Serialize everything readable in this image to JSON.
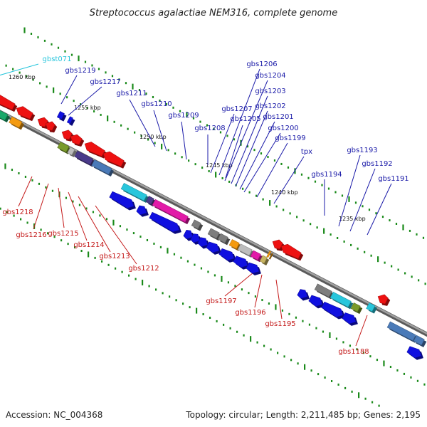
{
  "title": "Streptococcus agalactiae NEM316, complete genome",
  "footer": {
    "accession": "Accession: NC_004368",
    "summary": "Topology: circular; Length: 2,211,485 bp; Genes: 2,195"
  },
  "colors": {
    "backbone": "#7a7a7a",
    "forward_label": "#1a1aa8",
    "reverse_label": "#c41a1a",
    "cyan_label": "#28c6dc",
    "tick": "#1a8a1a",
    "forward_gene": "#1010e0",
    "reverse_gene": "#ee1111",
    "cyan": "#28c6dc",
    "magenta": "#e21aa8",
    "gray": "#7d7d7d",
    "light_gray": "#bdbdbd",
    "olive": "#7a9a2a",
    "tan": "#c8b460",
    "purple": "#4a3a8a",
    "steel": "#4a7ab8",
    "orange": "#f49a10",
    "green": "#1aa86a"
  },
  "scale": {
    "unit": "kbp",
    "labels": [
      "1260 kbp",
      "1255 kbp",
      "1250 kbp",
      "1245 kbp",
      "1240 kbp",
      "1235 kbp"
    ]
  },
  "labels": {
    "forward": [
      "gbs1219",
      "gbs1217",
      "gbs1211",
      "gbs1210",
      "gbs1209",
      "gbs1208",
      "gbs1207",
      "gbs1206",
      "gbs1205",
      "gbs1204",
      "gbs1203",
      "gbs1202",
      "gbs1201",
      "gbs1200",
      "gbs1199",
      "tpx",
      "gbs1194",
      "gbs1193",
      "gbs1192",
      "gbs1191"
    ],
    "reverse": [
      "gbs1218",
      "gbs1216",
      "gbs1215",
      "gbs1214",
      "gbs1213",
      "gbs1212",
      "gbs1197",
      "gbs1196",
      "gbs1195",
      "gbs1188"
    ],
    "other": [
      "gbst071"
    ]
  }
}
